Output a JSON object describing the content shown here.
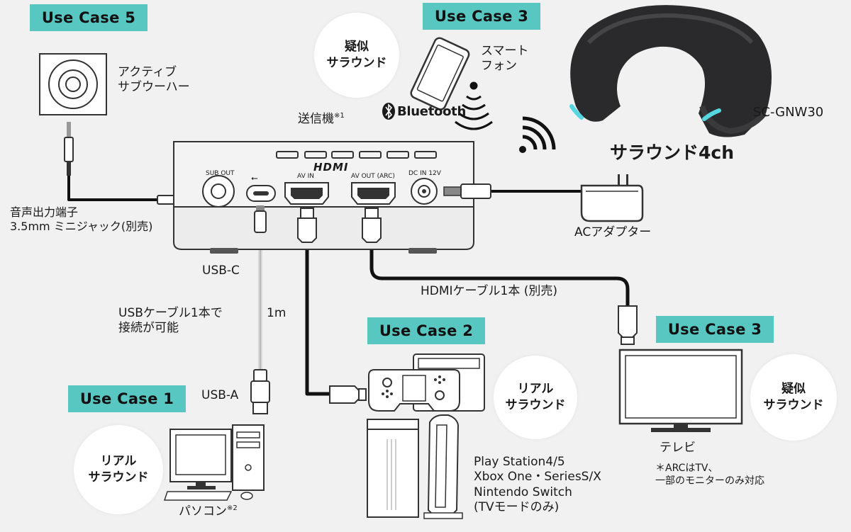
{
  "badges": {
    "uc5": "Use Case 5",
    "uc3_top": "Use Case 3",
    "uc2": "Use Case 2",
    "uc3_right": "Use Case 3",
    "uc1": "Use Case 1"
  },
  "bubbles": {
    "top": [
      "疑似",
      "サラウンド"
    ],
    "game": [
      "リアル",
      "サラウンド"
    ],
    "tv": [
      "疑似",
      "サラウンド"
    ],
    "pc": [
      "リアル",
      "サラウンド"
    ]
  },
  "labels": {
    "subwoofer": [
      "アクティブ",
      "サブウーハー"
    ],
    "smartphone": [
      "スマート",
      "フォン"
    ],
    "bluetooth": "Bluetooth",
    "transmitter": "送信機",
    "transmitter_note": "※1",
    "model": "SC-GNW30",
    "surround4ch": "サラウンド4ch",
    "audio_out": [
      "音声出力端子",
      "3.5mm ミニジャック(別売)"
    ],
    "usbc": "USB-C",
    "ac_adapter": "ACアダプター",
    "hdmi_cable": "HDMIケーブル1本 (別売)",
    "usb_cable": [
      "USBケーブル1本で",
      "接続が可能"
    ],
    "usb_length": "1m",
    "usba": "USB-A",
    "consoles": [
      "Play Station4/5",
      "Xbox One・SeriesS/X",
      "Nintendo Switch",
      "(TVモードのみ)"
    ],
    "tv": "テレビ",
    "arc_note": [
      "＊ARCはTV、",
      "一部のモニターのみ対応"
    ],
    "pc": "パソコン",
    "pc_note": "※2"
  },
  "device": {
    "hdmi_logo": "HDMI",
    "sub_out": "SUB OUT",
    "usb_symbol": "⭠",
    "av_in": "AV IN",
    "av_out": "AV OUT (ARC)",
    "dc_in": "DC IN 12V"
  },
  "colors": {
    "accent": "#58c7c2",
    "cable": "#1a1a1a",
    "usb_cable": "#d8d8d8",
    "device": "#ececec",
    "neck_glow": "#55d6e0"
  }
}
